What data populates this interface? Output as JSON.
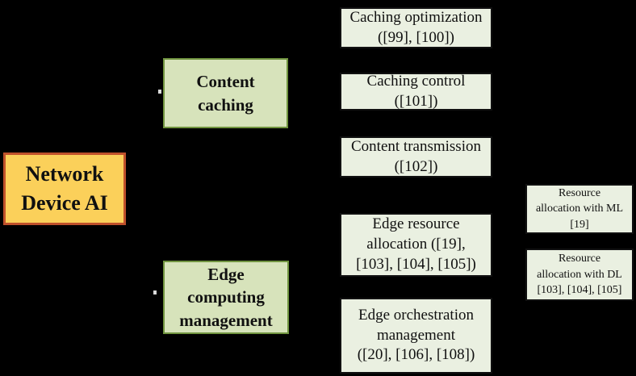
{
  "figure": {
    "background_color": "#000000",
    "type": "taxonomy-tree-diagram"
  },
  "root": {
    "label": [
      "Network",
      "Device AI"
    ],
    "fill": "#FBD05A",
    "border": "#C0512B"
  },
  "categories": [
    {
      "label": [
        "Content",
        "caching"
      ],
      "fill": "#D7E3BB",
      "border": "#70943F"
    },
    {
      "label": [
        "Edge",
        "computing",
        "management"
      ],
      "fill": "#D7E3BB",
      "border": "#70943F"
    }
  ],
  "topics": [
    {
      "label": [
        "Caching optimization",
        "([99], [100])"
      ],
      "parent": "Content caching"
    },
    {
      "label": [
        "Caching control",
        "([101])"
      ],
      "parent": "Content caching"
    },
    {
      "label": [
        "Content transmission",
        "([102])"
      ],
      "parent": "Content caching"
    },
    {
      "label": [
        "Edge resource",
        "allocation ([19],",
        "[103], [104], [105])"
      ],
      "parent": "Edge computing management"
    },
    {
      "label": [
        "Edge orchestration",
        "management",
        "([20], [106], [108])"
      ],
      "parent": "Edge computing management"
    }
  ],
  "subtopics": [
    {
      "label": [
        "Resource",
        "allocation with ML",
        "[19]"
      ],
      "parent": "Edge resource allocation"
    },
    {
      "label": [
        "Resource",
        "allocation with DL",
        "[103], [104], [105]"
      ],
      "parent": "Edge resource allocation"
    }
  ],
  "topic_style": {
    "fill": "#EAF0E1",
    "border": "#111111"
  }
}
